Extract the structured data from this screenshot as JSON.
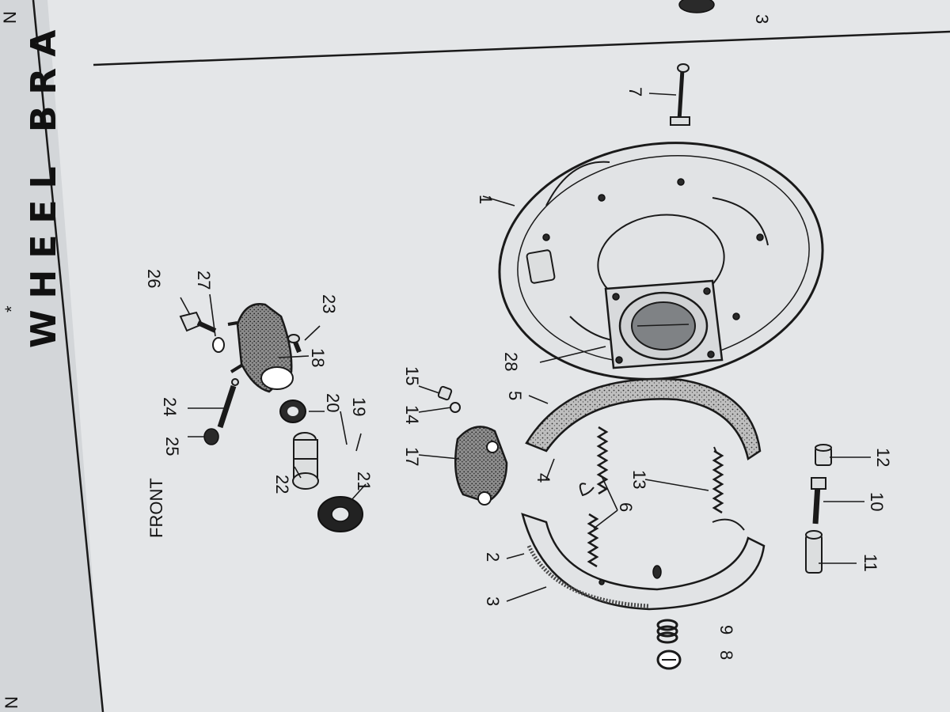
{
  "page": {
    "title": "WHEEL BRA",
    "title_prefix": "*",
    "corner_top": "N",
    "corner_bottom": "N",
    "corner_top_right": "3",
    "front_label": "FRONT"
  },
  "callouts": {
    "c1": "1",
    "c2": "2",
    "c3": "3",
    "c4": "4",
    "c5": "5",
    "c6": "6",
    "c7": "7",
    "c8": "8",
    "c9": "9",
    "c10": "10",
    "c11": "11",
    "c12": "12",
    "c13": "13",
    "c14": "14",
    "c15": "15",
    "c17": "17",
    "c18": "18",
    "c19": "19",
    "c20": "20",
    "c21": "21",
    "c22": "22",
    "c23": "23",
    "c24": "24",
    "c25": "25",
    "c26": "26",
    "c27": "27",
    "c28": "28"
  },
  "colors": {
    "paper": "#e4e6e8",
    "paper_edge": "#c9ccd0",
    "ink": "#1a1a1a",
    "lining": "#9a9a9a"
  }
}
